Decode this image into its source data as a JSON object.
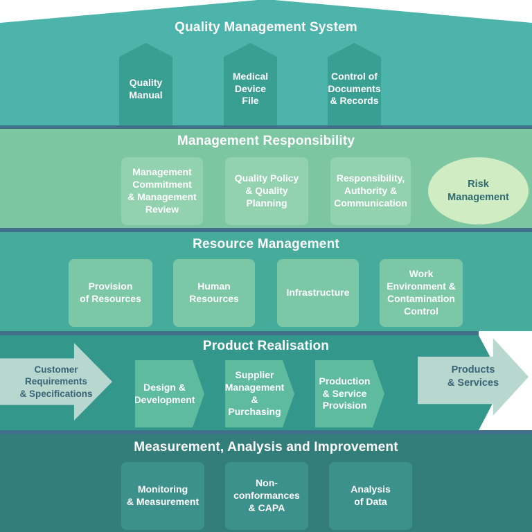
{
  "colors": {
    "band1_bg": "#4db4ab",
    "band1_box": "#3a9f93",
    "band2_bg": "#7cc7a2",
    "band2_box": "#92d2af",
    "risk_ellipse": "#cfecc2",
    "risk_text": "#2f6b70",
    "band3_bg": "#47ab9b",
    "band3_box": "#7cc8a6",
    "band4_bg": "#33988b",
    "band4_chevron": "#5fbb9e",
    "io_arrow": "#b7d7cf",
    "io_arrow_text": "#3a6478",
    "band5_bg": "#337e7b",
    "band5_box": "#3d918c",
    "divider": "#40708a",
    "title_text": "#ffffff"
  },
  "bands": [
    {
      "title": "Quality Management System",
      "boxes": [
        {
          "label": "Quality\nManual"
        },
        {
          "label": "Medical\nDevice\nFile"
        },
        {
          "label": "Control of\nDocuments\n& Records"
        }
      ]
    },
    {
      "title": "Management Responsibility",
      "boxes": [
        {
          "label": "Management\nCommitment\n& Management\nReview"
        },
        {
          "label": "Quality Policy\n& Quality\nPlanning"
        },
        {
          "label": "Responsibility,\nAuthority &\nCommunication"
        }
      ],
      "ellipse": {
        "label": "Risk\nManagement"
      }
    },
    {
      "title": "Resource Management",
      "boxes": [
        {
          "label": "Provision\nof Resources"
        },
        {
          "label": "Human\nResources"
        },
        {
          "label": "Infrastructure"
        },
        {
          "label": "Work\nEnvironment &\nContamination\nControl"
        }
      ]
    },
    {
      "title": "Product Realisation",
      "input_arrow": {
        "label": "Customer\nRequirements\n& Specifications"
      },
      "steps": [
        {
          "label": "Design &\nDevelopment"
        },
        {
          "label": "Supplier\nManagement\n& Purchasing"
        },
        {
          "label": "Production\n& Service\nProvision"
        }
      ],
      "output_arrow": {
        "label": "Products\n& Services"
      }
    },
    {
      "title": "Measurement, Analysis and Improvement",
      "boxes": [
        {
          "label": "Monitoring\n& Measurement"
        },
        {
          "label": "Non-\nconformances\n& CAPA"
        },
        {
          "label": "Analysis\nof Data"
        }
      ]
    }
  ]
}
